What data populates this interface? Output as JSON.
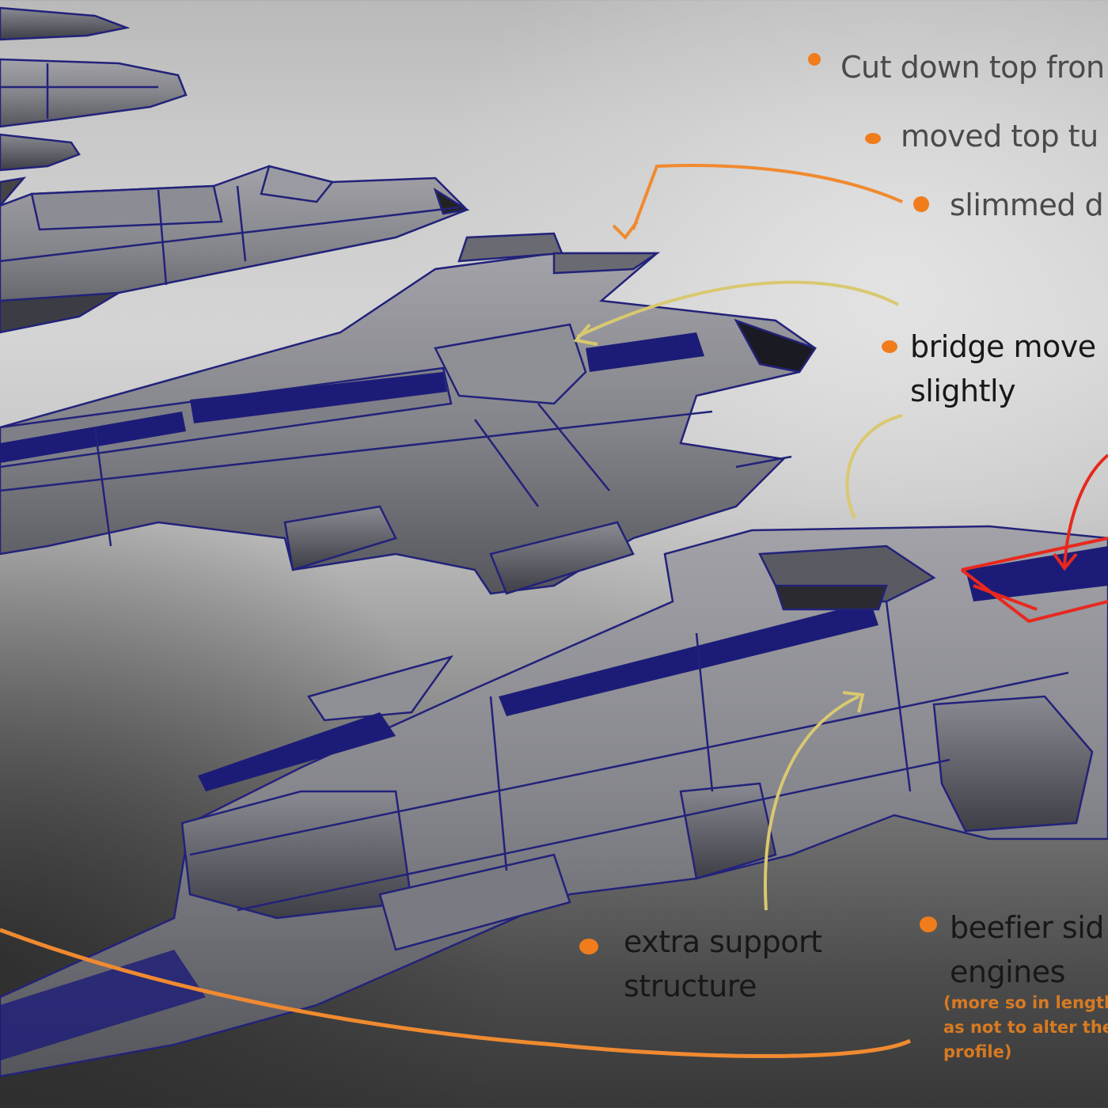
{
  "image": {
    "description": "Annotated 3D wireframe render of spaceship design revisions",
    "colors": {
      "annotation_orange": "#f07c1c",
      "arrow_yellow": "#d9c870",
      "arrow_red": "#e8281e",
      "wireframe_blue": "#1c1c78",
      "hull_gray": "#8a8a90"
    }
  },
  "annotations": [
    {
      "id": "cut-down-top-front",
      "text": "Cut down top fron",
      "bullet": "orange"
    },
    {
      "id": "moved-top-turret",
      "text": "moved top tu",
      "bullet": "orange"
    },
    {
      "id": "slimmed",
      "text": "slimmed d",
      "bullet": "orange"
    },
    {
      "id": "bridge-moved",
      "lines": [
        "bridge move",
        "slightly"
      ],
      "bullet": "orange"
    },
    {
      "id": "extra-support",
      "lines": [
        "extra support",
        "structure"
      ],
      "bullet": "orange"
    },
    {
      "id": "beefier-side-engines",
      "lines": [
        "beefier sid",
        "engines"
      ],
      "bullet": "orange",
      "subnote": [
        "(more so in length",
        "as not to alter the",
        "profile)"
      ]
    }
  ]
}
